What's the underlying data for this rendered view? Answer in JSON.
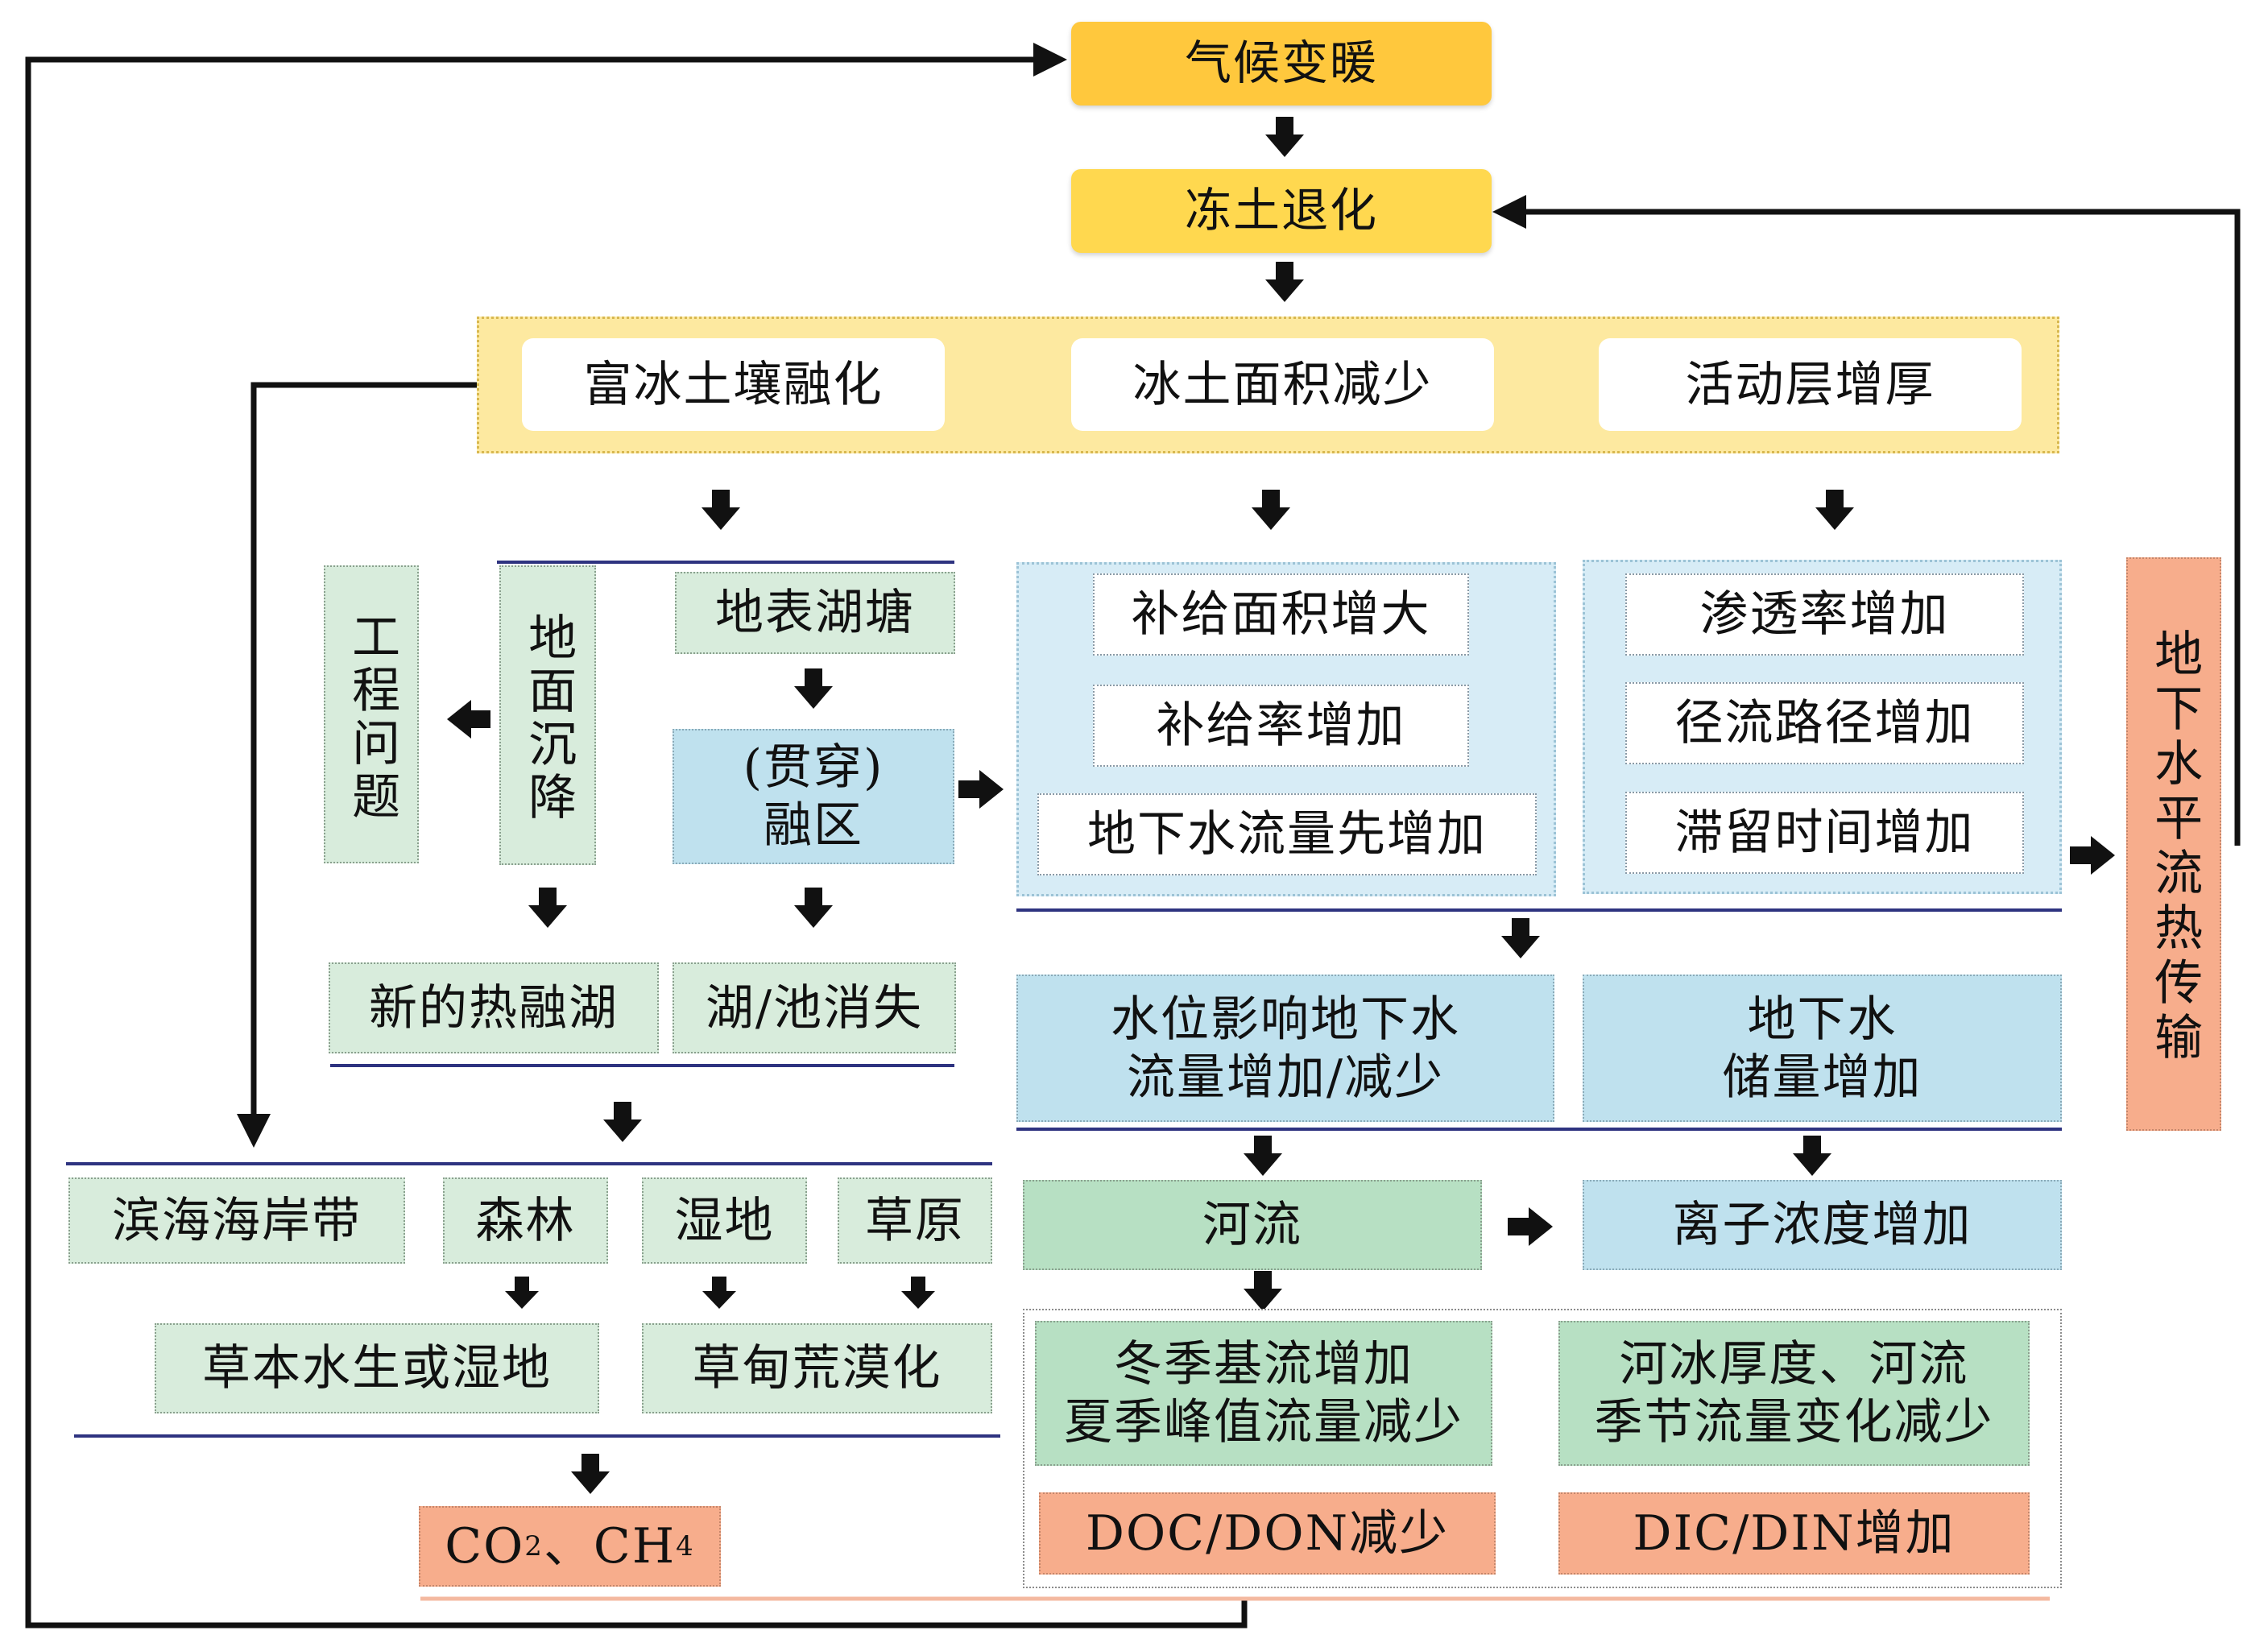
{
  "diagram": {
    "top": {
      "climate_warming": "气候变暖",
      "permafrost_degradation": "冻土退化"
    },
    "row1": {
      "ice_rich_thaw": "富冰土壤融化",
      "area_reduction": "冰土面积减少",
      "active_layer_thickening": "活动层增厚"
    },
    "left_col": {
      "engineering_issues": "工程问题",
      "ground_subsidence": "地面沉降",
      "surface_ponds": "地表湖塘",
      "through_talik": "(贯穿)\n融区",
      "new_thaw_lakes": "新的热融湖",
      "lakes_disappear": "湖/池消失"
    },
    "mid_col": {
      "recharge_area_up": "补给面积增大",
      "recharge_rate_up": "补给率增加",
      "gw_flow_first_up": "地下水流量先增加"
    },
    "right_col": {
      "infiltration_up": "渗透率增加",
      "runoff_path_up": "径流路径增加",
      "residence_time_up": "滞留时间增加"
    },
    "side": {
      "gw_horizontal_heat": "地下水平流热传输"
    },
    "gw": {
      "water_level_effect": "水位影响地下水\n流量增加/减少",
      "gw_storage_up": "地下水\n储量增加"
    },
    "eco": {
      "coastal_zone": "滨海海岸带",
      "forest": "森林",
      "wetland": "湿地",
      "grassland": "草原",
      "herb_aquatic": "草本水生或湿地",
      "meadow_desert": "草甸荒漠化"
    },
    "river": {
      "river": "河流",
      "ion_conc_up": "离子浓度增加",
      "baseflow_peak": "冬季基流增加\n夏季峰值流量减少",
      "river_ice": "河冰厚度、河流\n季节流量变化减少",
      "doc_don": "DOC/DON减少",
      "dic_din": "DIC/DIN增加"
    },
    "gases": {
      "co2": "CO",
      "co2_sub": "2",
      "sep": "、CH",
      "ch4_sub": "4"
    }
  },
  "colors": {
    "yellow": "#ffc83d",
    "pale_green": "#d8ecdc",
    "pale_blue": "#cde7f3",
    "salmon": "#f7ad8c",
    "divider_navy": "#2e3380",
    "arrow": "#111111"
  }
}
